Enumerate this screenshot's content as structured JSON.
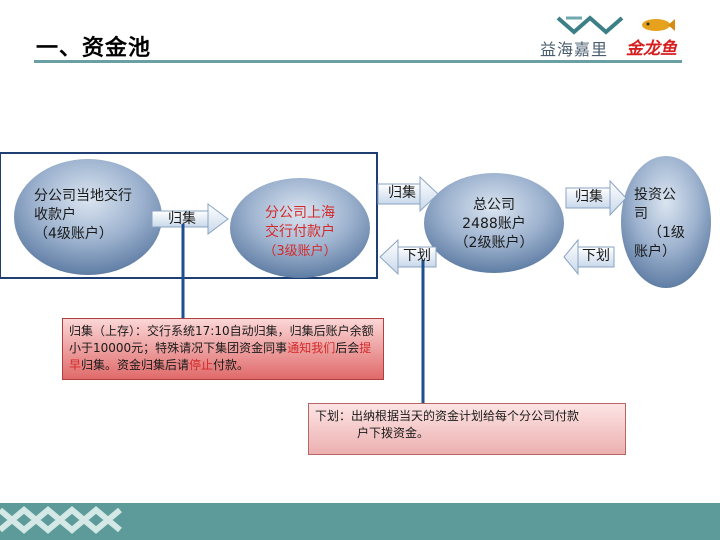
{
  "header": {
    "title": "一、资金池",
    "logo_text_1": "益海嘉里",
    "logo_text_2": "金龙鱼"
  },
  "diagram": {
    "node_branch": {
      "line1": "分公司当地交行",
      "line2": "收款户",
      "line3": "（4级账户）"
    },
    "node_sh": {
      "line1": "分公司上海",
      "line2": "交行付款户",
      "line3": "（3级账户）"
    },
    "node_hq": {
      "line1": "总公司",
      "line2": "2488账户",
      "line3": "（2级账户）"
    },
    "node_invest": {
      "line1": "投资公",
      "line2": "司",
      "line3": "（1级",
      "line4": "账户）"
    },
    "tag_collect_1": "归集",
    "tag_collect_2": "归集",
    "tag_collect_3": "归集",
    "tag_allocate_1": "下划",
    "tag_allocate_2": "下划",
    "callout_collect": {
      "part1": "归集（上存）：交行系统17:10自动归集，归集后账户余额小于10000元；特殊请况下集团资金同事",
      "part2": "通知我们",
      "part3": "后会",
      "part4": "提早",
      "part5": "归集。资金归集后请",
      "part6": "停止",
      "part7": "付款。"
    },
    "callout_allocate": {
      "line1": "下划：出纳根据当天的资金计划给每个分公司付款",
      "line2": "户下拨资金。"
    }
  },
  "colors": {
    "ellipse_fill": "#8fa6c4",
    "accent_red": "#d42a2a",
    "rule_teal": "#6a9fa3",
    "band_teal": "#5d9b9b"
  }
}
